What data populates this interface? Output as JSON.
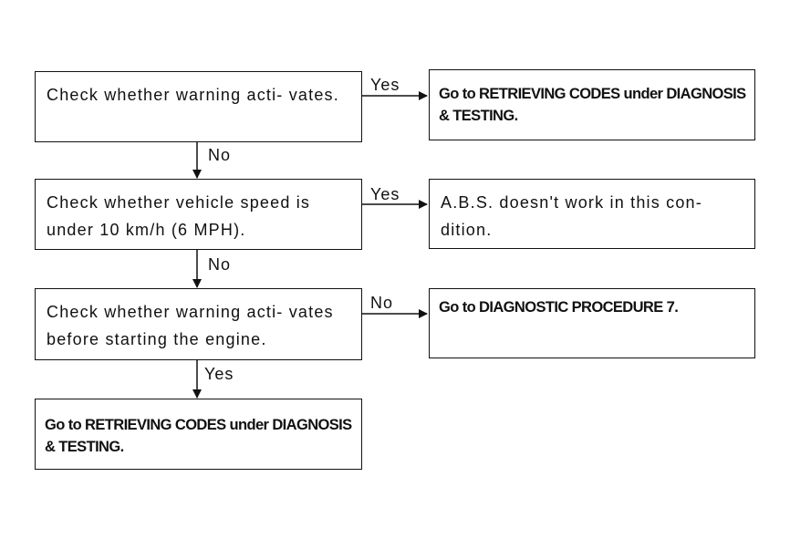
{
  "boxes": {
    "check_warning": "Check whether warning acti- vates.",
    "retrieving_codes_1": "Go to RETRIEVING CODES under DIAGNOSIS & TESTING.",
    "check_speed": "Check whether vehicle speed is under 10 km/h (6 MPH).",
    "abs_no_work": "A.B.S. doesn't work in this con- dition.",
    "check_before_start": "Check whether warning acti- vates before starting the engine.",
    "diag_procedure_7": "Go to DIAGNOSTIC PROCEDURE 7.",
    "retrieving_codes_2": "Go to RETRIEVING CODES under DIAGNOSIS & TESTING."
  },
  "labels": {
    "yes_1": "Yes",
    "no_1": "No",
    "yes_2": "Yes",
    "no_2": "No",
    "no_3": "No",
    "yes_3": "Yes"
  }
}
